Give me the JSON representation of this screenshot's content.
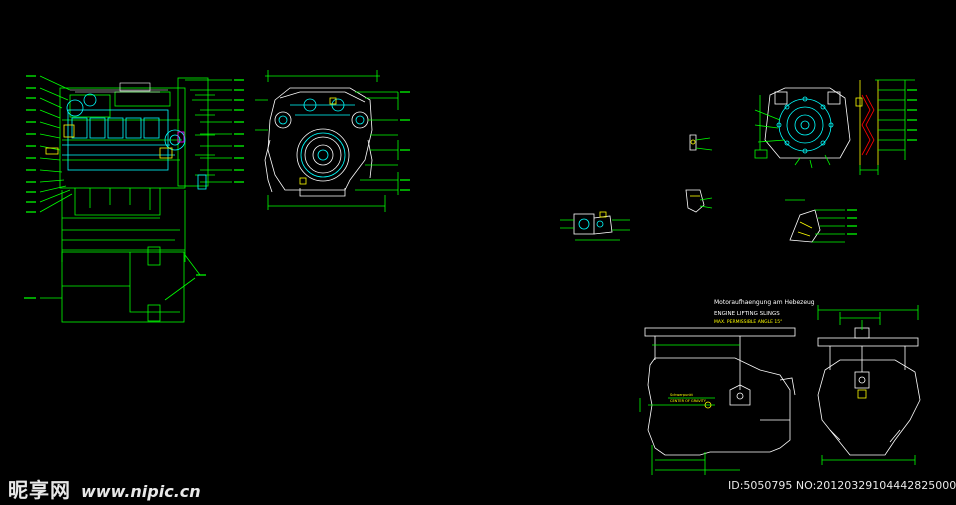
{
  "sheet": {
    "background": "#000000",
    "line_colors": {
      "green": "#00ff00",
      "cyan": "#00ffff",
      "white": "#ffffff",
      "yellow": "#ffff00",
      "red": "#ff0000",
      "magenta": "#ff00ff"
    }
  },
  "lifting": {
    "title_de": "Motoraufhaengung am Hebezeug",
    "title_en": "ENGINE LIFTING SLINGS",
    "subtitle": "MAX. PERMISSIBLE ANGLE 15°",
    "cog_label": "Schwerpunkt",
    "cog_label_en": "CENTER OF GRAVITY"
  },
  "watermark": {
    "logo": "昵享网",
    "url": "www.nipic.cn",
    "id_text": "ID:5050795 NO:20120329104442825000"
  }
}
